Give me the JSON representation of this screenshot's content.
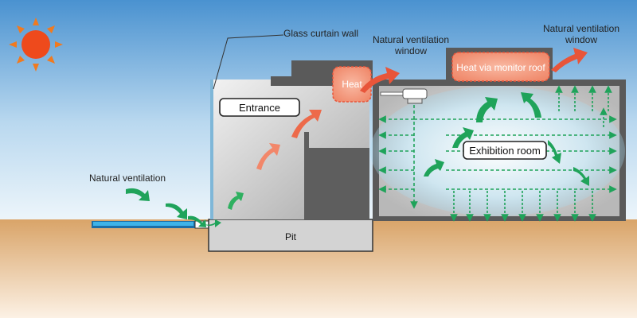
{
  "labels": {
    "glass_curtain_wall": "Glass curtain wall",
    "natural_ventilation_window_1_line1": "Natural ventilation",
    "natural_ventilation_window_1_line2": "window",
    "natural_ventilation_window_2_line1": "Natural ventilation",
    "natural_ventilation_window_2_line2": "window",
    "heat": "Heat",
    "heat_via_monitor_roof": "Heat via monitor roof",
    "entrance": "Entrance",
    "exhibition_room": "Exhibition room",
    "natural_ventilation": "Natural ventilation",
    "pit": "Pit"
  },
  "colors": {
    "sky_top": "#3f8fd0",
    "sky_bottom": "#eef6fb",
    "ground_top": "#d9a86a",
    "ground_bottom": "#fbeee0",
    "roof_dark": "#555555",
    "wall_mid": "#8a8a8a",
    "heat_fill": "#f7a38a",
    "hot_arrow": "#e8553a",
    "cool_arrow": "#1fa35a",
    "water": "#29a3e0",
    "sun": "#ee4a1c"
  },
  "icons": [
    "sun-icon",
    "ceiling-fan-icon"
  ]
}
